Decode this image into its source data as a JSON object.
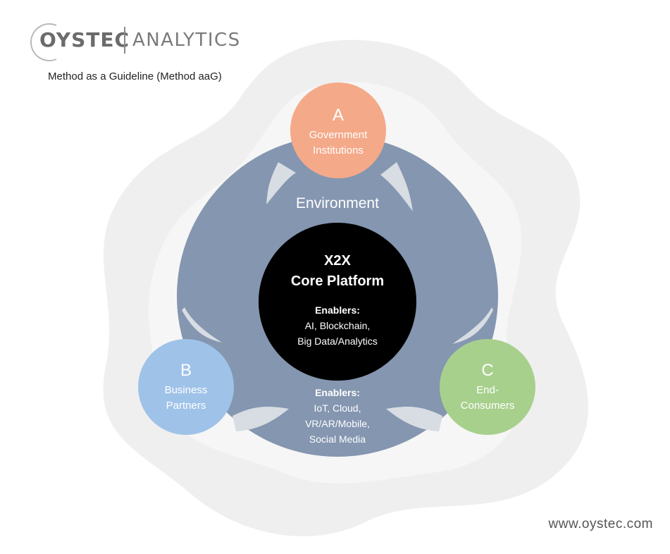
{
  "brand": {
    "name": "OYSTEC",
    "product": "ANALYTICS"
  },
  "subtitle": "Method as a Guideline (Method aaG)",
  "diagram": {
    "environment_label": "Environment",
    "core": {
      "title_line1": "X2X",
      "title_line2": "Core Platform",
      "enablers_heading": "Enablers:",
      "enablers_line1": "AI, Blockchain,",
      "enablers_line2": "Big Data/Analytics"
    },
    "outer_enablers": {
      "heading": "Enablers:",
      "line1": "IoT, Cloud,",
      "line2": "VR/AR/Mobile,",
      "line3": "Social Media"
    },
    "nodes": [
      {
        "letter": "A",
        "line1": "Government",
        "line2": "Institutions",
        "color": "#f4a989"
      },
      {
        "letter": "B",
        "line1": "Business",
        "line2": "Partners",
        "color": "#9fc2e8"
      },
      {
        "letter": "C",
        "line1": "End-",
        "line2": "Consumers",
        "color": "#a8d08d"
      }
    ],
    "colors": {
      "environment": "#8496b0",
      "core": "#000000",
      "watermark": "#efefef",
      "arrow": "#d8dce3"
    }
  },
  "footer": {
    "url": "www.oystec.com"
  }
}
